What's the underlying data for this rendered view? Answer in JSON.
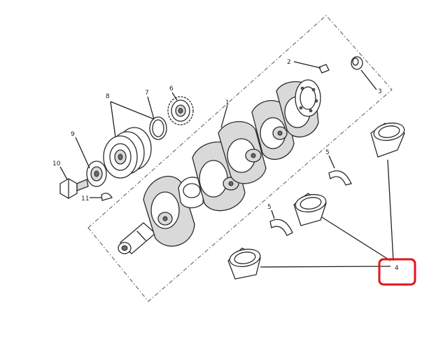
{
  "callouts": {
    "c1": "1",
    "c2": "2",
    "c3": "3",
    "c4": "4",
    "c5a": "5",
    "c5b": "5",
    "c6": "6",
    "c7": "7",
    "c8": "8",
    "c9": "9",
    "c10": "10",
    "c11": "11"
  },
  "highlight": {
    "color": "#e0151b",
    "target": "4"
  }
}
